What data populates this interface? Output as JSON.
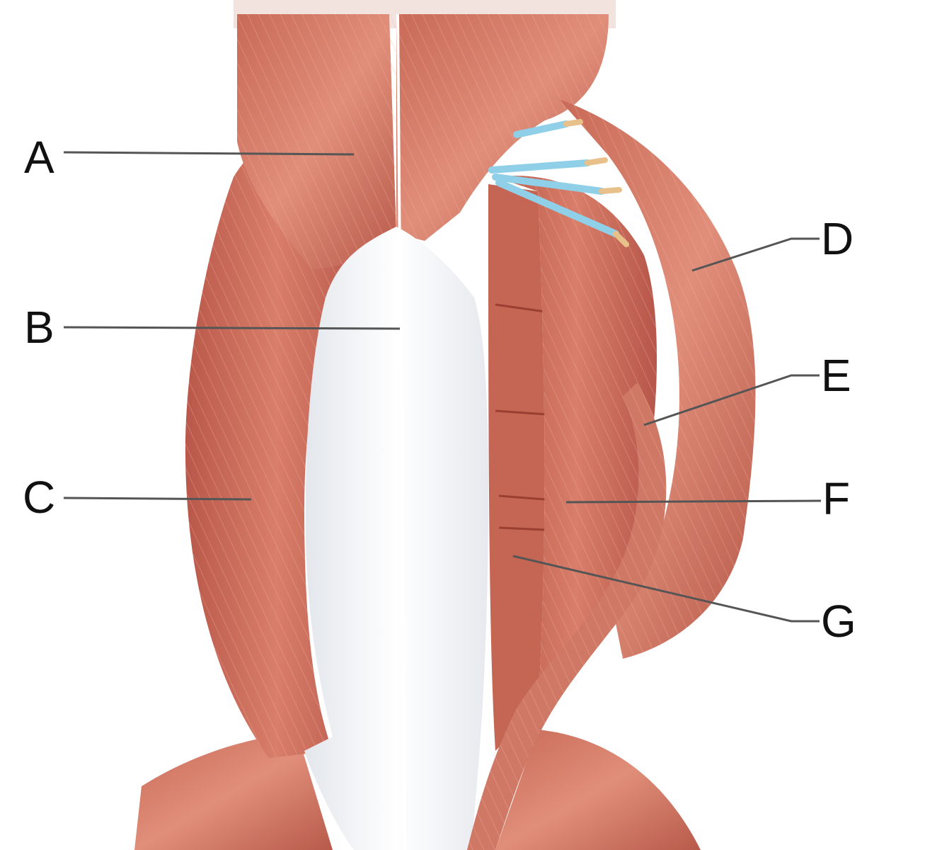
{
  "labels": {
    "a": "A",
    "b": "B",
    "c": "C",
    "d": "D",
    "e": "E",
    "f": "F",
    "g": "G"
  },
  "colors": {
    "muscle": "#c96a58",
    "muscle_dark": "#a94c3d",
    "muscle_light": "#e59a88",
    "aponeurosis": "#eef1f4",
    "nerve": "#8fd0e8",
    "leader_line": "#555555"
  }
}
